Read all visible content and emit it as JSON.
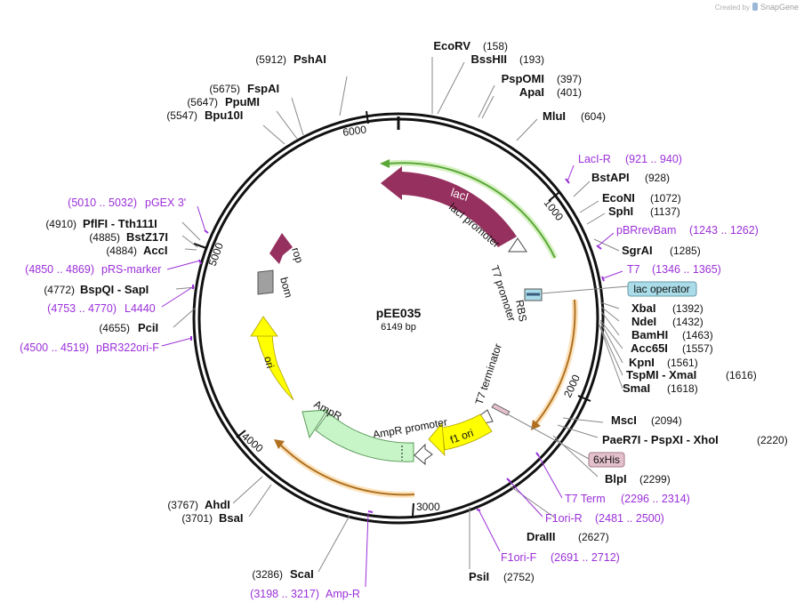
{
  "brand": {
    "created_by": "Created by",
    "name": "SnapGene"
  },
  "plasmid": {
    "name": "pEE035",
    "length": "6149 bp"
  },
  "colors": {
    "enzyme": "#111111",
    "primer": "#9b30d9",
    "lacI": "#96305e",
    "rop": "#96305e",
    "ampr": "#c8f5c8",
    "ori": "#ffff00",
    "f1ori": "#ffff00",
    "bom": "#a0a0a0",
    "lac_operator": "#a9dce8",
    "tag_6xhis": "#e3c0cc",
    "orf_lacI": "#7bc75b",
    "orf_ampR": "#e0a040",
    "orf_2000": "#e0a040"
  },
  "ticks": [
    "1000",
    "2000",
    "3000",
    "4000",
    "5000",
    "6000"
  ],
  "enzymes_right": [
    {
      "id": "ecorv",
      "name": "EcoRV",
      "pos": "(158)"
    },
    {
      "id": "bsshii",
      "name": "BssHII",
      "pos": "(193)"
    },
    {
      "id": "pspomi",
      "name": "PspOMI",
      "pos": "(397)"
    },
    {
      "id": "apai",
      "name": "ApaI",
      "pos": "(401)"
    },
    {
      "id": "mlui",
      "name": "MluI",
      "pos": "(604)"
    },
    {
      "id": "bstapi",
      "name": "BstAPI",
      "pos": "(928)"
    },
    {
      "id": "econi",
      "name": "EcoNI",
      "pos": "(1072)"
    },
    {
      "id": "sphi",
      "name": "SphI",
      "pos": "(1137)"
    },
    {
      "id": "sgrai",
      "name": "SgrAI",
      "pos": "(1285)"
    },
    {
      "id": "xbai",
      "name": "XbaI",
      "pos": "(1392)"
    },
    {
      "id": "ndei",
      "name": "NdeI",
      "pos": "(1432)"
    },
    {
      "id": "bamhi",
      "name": "BamHI",
      "pos": "(1463)"
    },
    {
      "id": "acc65i",
      "name": "Acc65I",
      "pos": "(1557)"
    },
    {
      "id": "kpni",
      "name": "KpnI",
      "pos": "(1561)"
    },
    {
      "id": "tspmi",
      "name": "TspMI - XmaI",
      "pos": "(1616)"
    },
    {
      "id": "smai",
      "name": "SmaI",
      "pos": "(1618)"
    },
    {
      "id": "msci",
      "name": "MscI",
      "pos": "(2094)"
    },
    {
      "id": "paer7i",
      "name": "PaeR7I - PspXI - XhoI",
      "pos": "(2220)"
    },
    {
      "id": "blpi",
      "name": "BlpI",
      "pos": "(2299)"
    },
    {
      "id": "draiii",
      "name": "DraIII",
      "pos": "(2627)"
    },
    {
      "id": "psii",
      "name": "PsiI",
      "pos": "(2752)"
    }
  ],
  "enzymes_left": [
    {
      "id": "pshai",
      "name": "PshAI",
      "pos": "(5912)"
    },
    {
      "id": "fspai",
      "name": "FspAI",
      "pos": "(5675)"
    },
    {
      "id": "ppumi",
      "name": "PpuMI",
      "pos": "(5647)"
    },
    {
      "id": "bpu10i",
      "name": "Bpu10I",
      "pos": "(5547)"
    },
    {
      "id": "pflfi",
      "name": "PflFI - Tth111I",
      "pos": "(4910)"
    },
    {
      "id": "bstz17i",
      "name": "BstZ17I",
      "pos": "(4885)"
    },
    {
      "id": "acci",
      "name": "AccI",
      "pos": "(4884)"
    },
    {
      "id": "bspqi",
      "name": "BspQI - SapI",
      "pos": "(4772)"
    },
    {
      "id": "pcii",
      "name": "PciI",
      "pos": "(4655)"
    },
    {
      "id": "ahdi",
      "name": "AhdI",
      "pos": "(3767)"
    },
    {
      "id": "bsai",
      "name": "BsaI",
      "pos": "(3701)"
    },
    {
      "id": "scai",
      "name": "ScaI",
      "pos": "(3286)"
    }
  ],
  "primers": [
    {
      "id": "laci-r",
      "name": "LacI-R",
      "range": "(921 .. 940)"
    },
    {
      "id": "pbrrevbam",
      "name": "pBRrevBam",
      "range": "(1243 .. 1262)"
    },
    {
      "id": "t7",
      "name": "T7",
      "range": "(1346 .. 1365)"
    },
    {
      "id": "t7term",
      "name": "T7 Term",
      "range": "(2296 .. 2314)"
    },
    {
      "id": "f1ori-r",
      "name": "F1ori-R",
      "range": "(2481 .. 2500)"
    },
    {
      "id": "f1ori-f",
      "name": "F1ori-F",
      "range": "(2691 .. 2712)"
    },
    {
      "id": "amp-r",
      "name": "Amp-R",
      "range": "(3198 .. 3217)"
    },
    {
      "id": "pgex3",
      "name": "pGEX 3'",
      "range": "(5010 .. 5032)"
    },
    {
      "id": "prs-marker",
      "name": "pRS-marker",
      "range": "(4850 .. 4869)"
    },
    {
      "id": "l4440",
      "name": "L4440",
      "range": "(4753 .. 4770)"
    },
    {
      "id": "pbr322ori-f",
      "name": "pBR322ori-F",
      "range": "(4500 .. 4519)"
    }
  ],
  "boxed_features": {
    "lac_operator": "lac operator",
    "his_tag": "6xHis"
  },
  "features": {
    "laci": "lacI",
    "laci_promoter": "lacI promoter",
    "t7_promoter": "T7 promoter",
    "rbs": "RBS",
    "t7_terminator": "T7 terminator",
    "f1ori": "f1 ori",
    "ampr_promoter": "AmpR promoter",
    "ampr": "AmpR",
    "ori": "ori",
    "bom": "bom",
    "rop": "rop"
  }
}
